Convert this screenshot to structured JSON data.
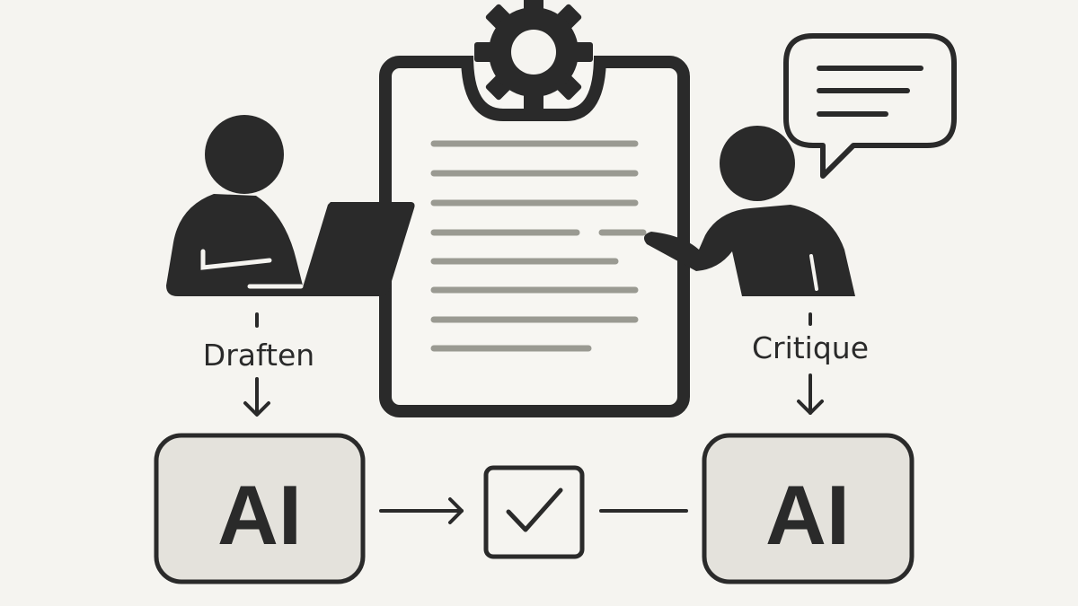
{
  "labels": {
    "left_step": "Draften",
    "right_step": "Critique"
  },
  "nodes": {
    "left_ai": "AI",
    "right_ai": "AI"
  },
  "icons": {
    "gear": "gear-icon",
    "clipboard": "clipboard-document-icon",
    "speech": "speech-bubble-icon",
    "check": "checkbox-check-icon"
  },
  "colors": {
    "background": "#f5f4f0",
    "ink": "#2a2a2a",
    "text_line": "#9a9a92",
    "ai_box_fill": "#e4e2dc"
  }
}
